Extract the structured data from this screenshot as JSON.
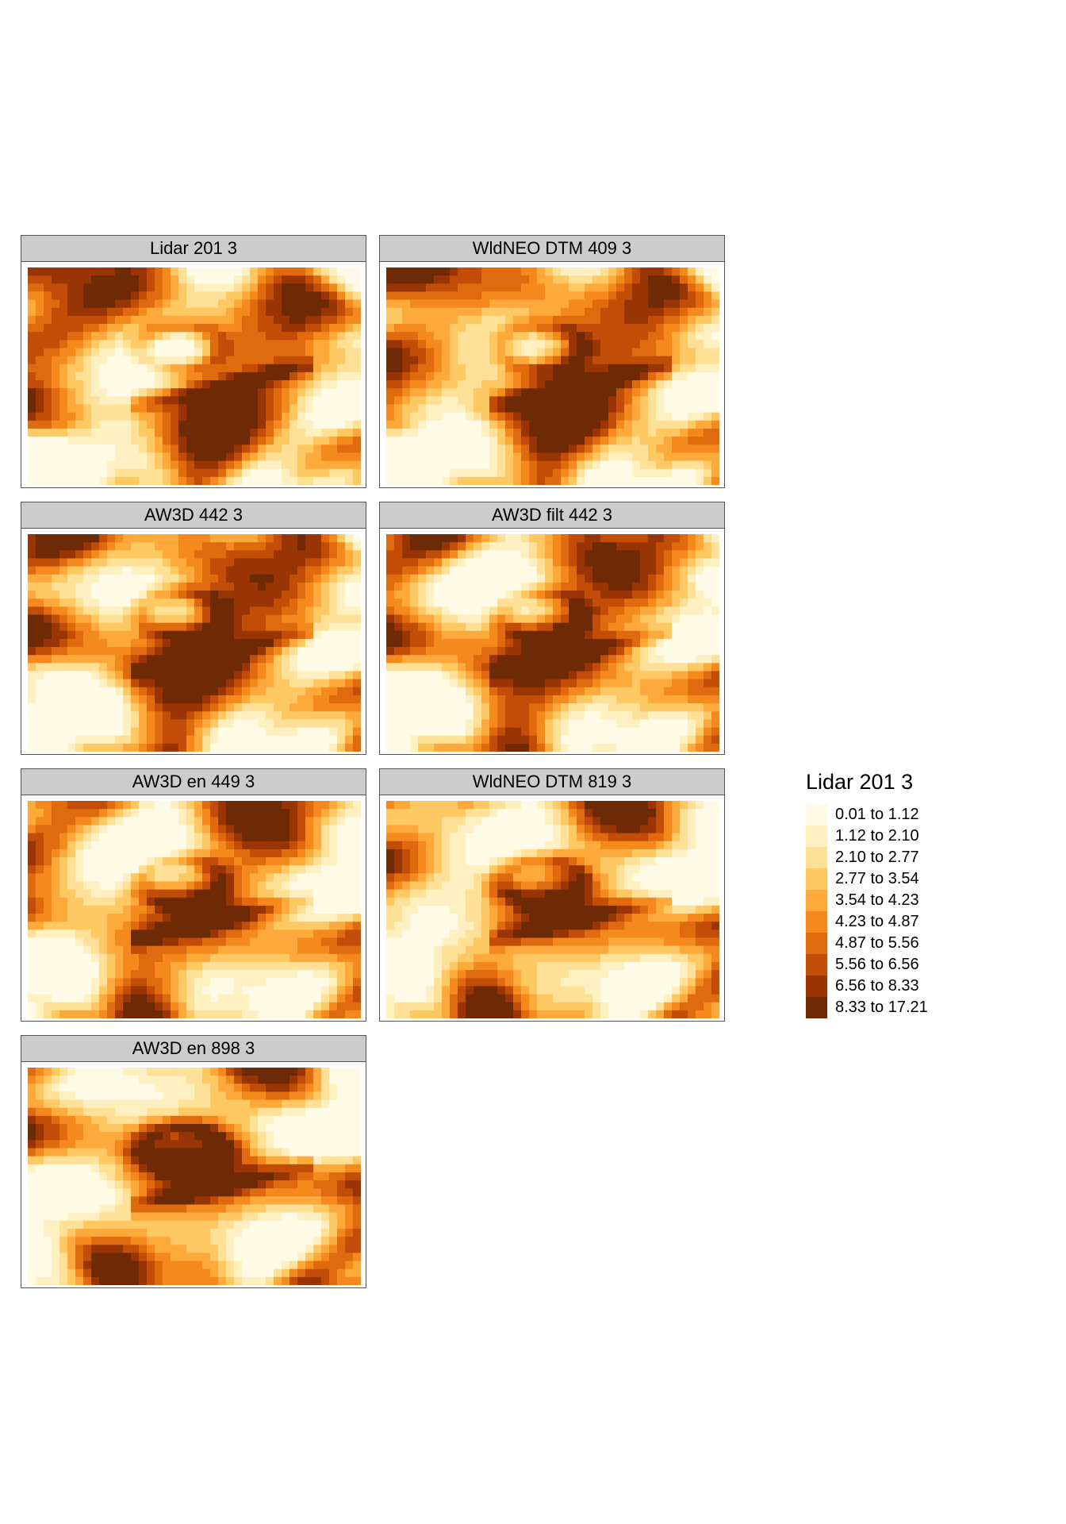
{
  "chart_data": {
    "type": "heatmap",
    "layout": "faceted-small-multiples",
    "panels": [
      {
        "title": "Lidar 201 3"
      },
      {
        "title": "WldNEO DTM 409 3"
      },
      {
        "title": "AW3D 442 3"
      },
      {
        "title": "AW3D filt 442 3"
      },
      {
        "title": "AW3D en 449 3"
      },
      {
        "title": "WldNEO DTM 819 3"
      },
      {
        "title": "AW3D en 898 3"
      }
    ],
    "legend": {
      "title": "Lidar 201 3",
      "placement": "right",
      "classes": [
        {
          "label": "0.01 to 1.12",
          "color": "#FFFBE6"
        },
        {
          "label": "1.12 to 2.10",
          "color": "#FEF0C0"
        },
        {
          "label": "2.10 to 2.77",
          "color": "#FEE196"
        },
        {
          "label": "2.77 to 3.54",
          "color": "#FEC862"
        },
        {
          "label": "3.54 to 4.23",
          "color": "#FDA93C"
        },
        {
          "label": "4.23 to 4.87",
          "color": "#F48A1E"
        },
        {
          "label": "4.87 to 5.56",
          "color": "#E06A0E"
        },
        {
          "label": "5.56 to 6.56",
          "color": "#C14D07"
        },
        {
          "label": "6.56 to 8.33",
          "color": "#993505"
        },
        {
          "label": "8.33 to 17.21",
          "color": "#6E2A05"
        }
      ]
    }
  }
}
